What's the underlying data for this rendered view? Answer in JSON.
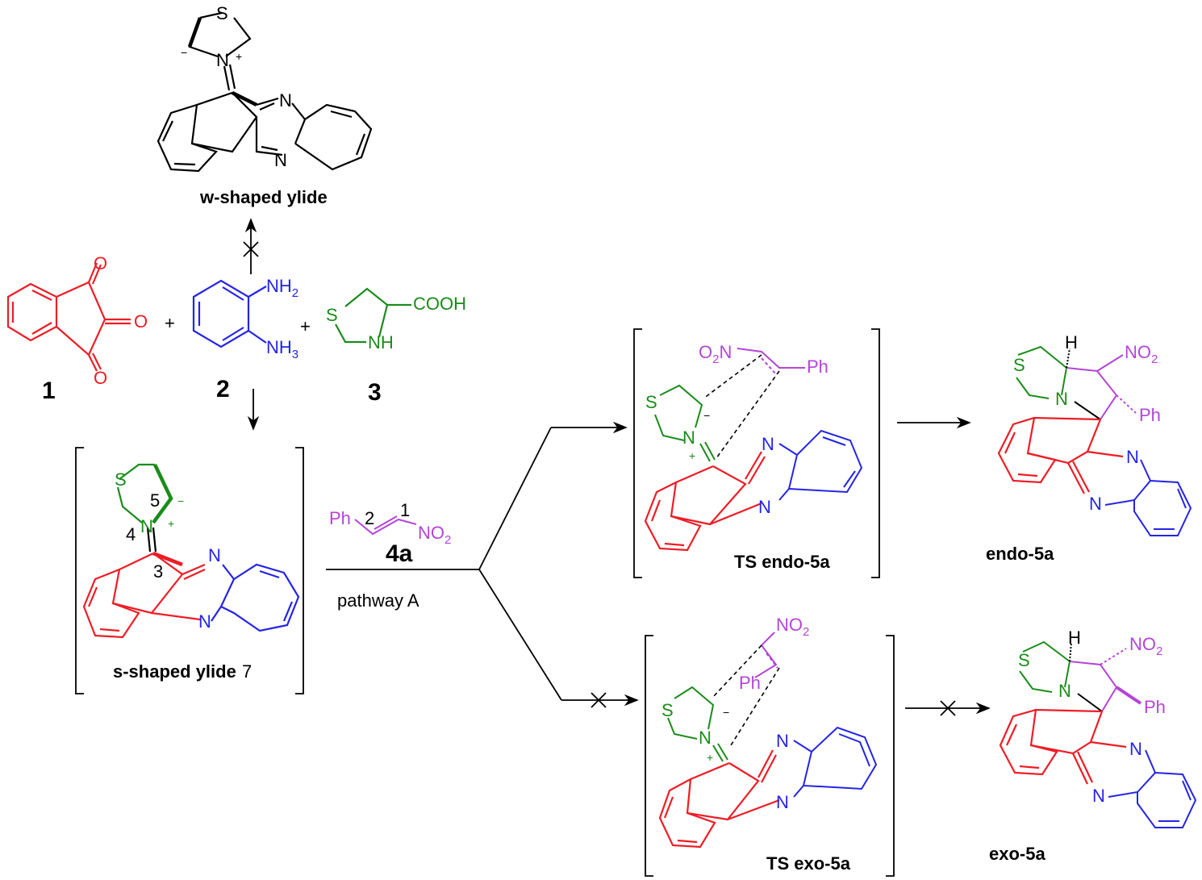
{
  "colors": {
    "black": "#000000",
    "red": "#ee1c25",
    "blue": "#2424e6",
    "green": "#1a8c1a",
    "purple": "#b445d8"
  },
  "w_ylide": {
    "label": "w-shaped ylide",
    "atom_S": "S",
    "atom_N_plus": "N",
    "plus": "+",
    "minus": "−",
    "atom_N1": "N",
    "atom_N2": "N"
  },
  "compound1": {
    "number": "1",
    "O1": "O",
    "O2": "O",
    "O3": "O"
  },
  "compound2": {
    "number": "2",
    "NH2_top": "NH",
    "NH2_top_sub": "2",
    "NH_bottom": "NH",
    "NH_bottom_sub": "3"
  },
  "compound3": {
    "number": "3",
    "S": "S",
    "NH": "NH",
    "COOH": "COOH"
  },
  "plus_sign": "+",
  "ylide7": {
    "label": "s-shaped ylide",
    "number": "7",
    "S": "S",
    "N": "N",
    "plus": "+",
    "minus": "−",
    "pos3": "3",
    "pos4": "4",
    "pos5": "5",
    "N1": "N",
    "N2": "N"
  },
  "reagent4a": {
    "Ph": "Ph",
    "pos1": "1",
    "pos2": "2",
    "NO": "NO",
    "NO_sub": "2",
    "number": "4a",
    "pathway": "pathway A"
  },
  "ts_endo": {
    "label": "TS endo-5a",
    "O2N": "O",
    "O2N_sub": "2",
    "O2N_N": "N",
    "Ph": "Ph",
    "S": "S",
    "N": "N",
    "plus": "+",
    "minus": "−",
    "N1": "N",
    "N2": "N"
  },
  "endo5a": {
    "label": "endo-5a",
    "H": "H",
    "NO": "NO",
    "NO_sub": "2",
    "S": "S",
    "N": "N",
    "Ph": "Ph",
    "N1": "N",
    "N2": "N"
  },
  "ts_exo": {
    "label": "TS exo-5a",
    "NO": "NO",
    "NO_sub": "2",
    "Ph": "Ph",
    "S": "S",
    "N": "N",
    "plus": "+",
    "minus": "−",
    "N1": "N",
    "N2": "N"
  },
  "exo5a": {
    "label": "exo-5a",
    "H": "H",
    "NO": "NO",
    "NO_sub": "2",
    "S": "S",
    "N": "N",
    "Ph": "Ph",
    "N1": "N",
    "N2": "N"
  }
}
